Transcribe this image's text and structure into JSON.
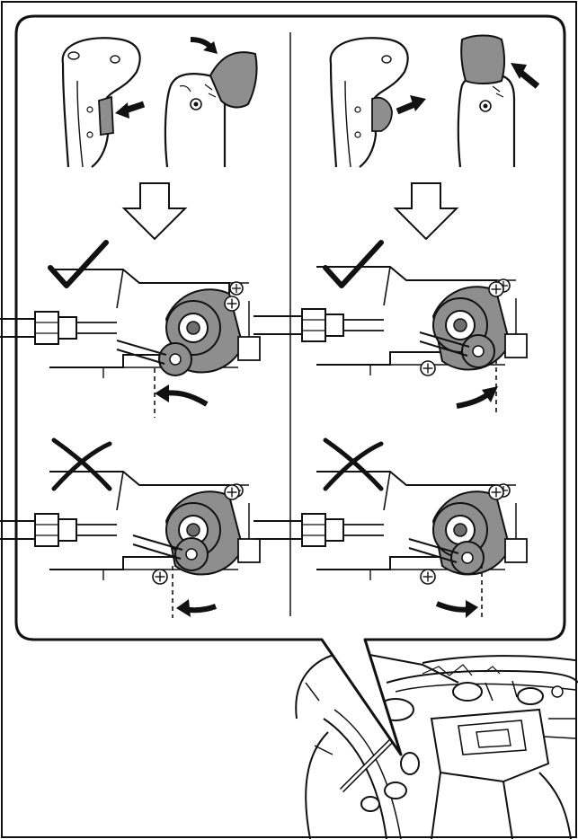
{
  "diagram": {
    "panels": [
      {
        "id": "left",
        "result_ok": "correct",
        "result_ng": "incorrect"
      },
      {
        "id": "right",
        "result_ok": "correct",
        "result_ng": "incorrect"
      }
    ],
    "colors": {
      "line": "#111111",
      "shade": "#8e8e8e",
      "shade_dark": "#6f6f6f",
      "paper": "#ffffff"
    },
    "icons": [
      "check-mark-icon",
      "cross-mark-icon",
      "down-arrow-icon",
      "curved-arrow-icon",
      "straight-arrow-icon"
    ]
  }
}
